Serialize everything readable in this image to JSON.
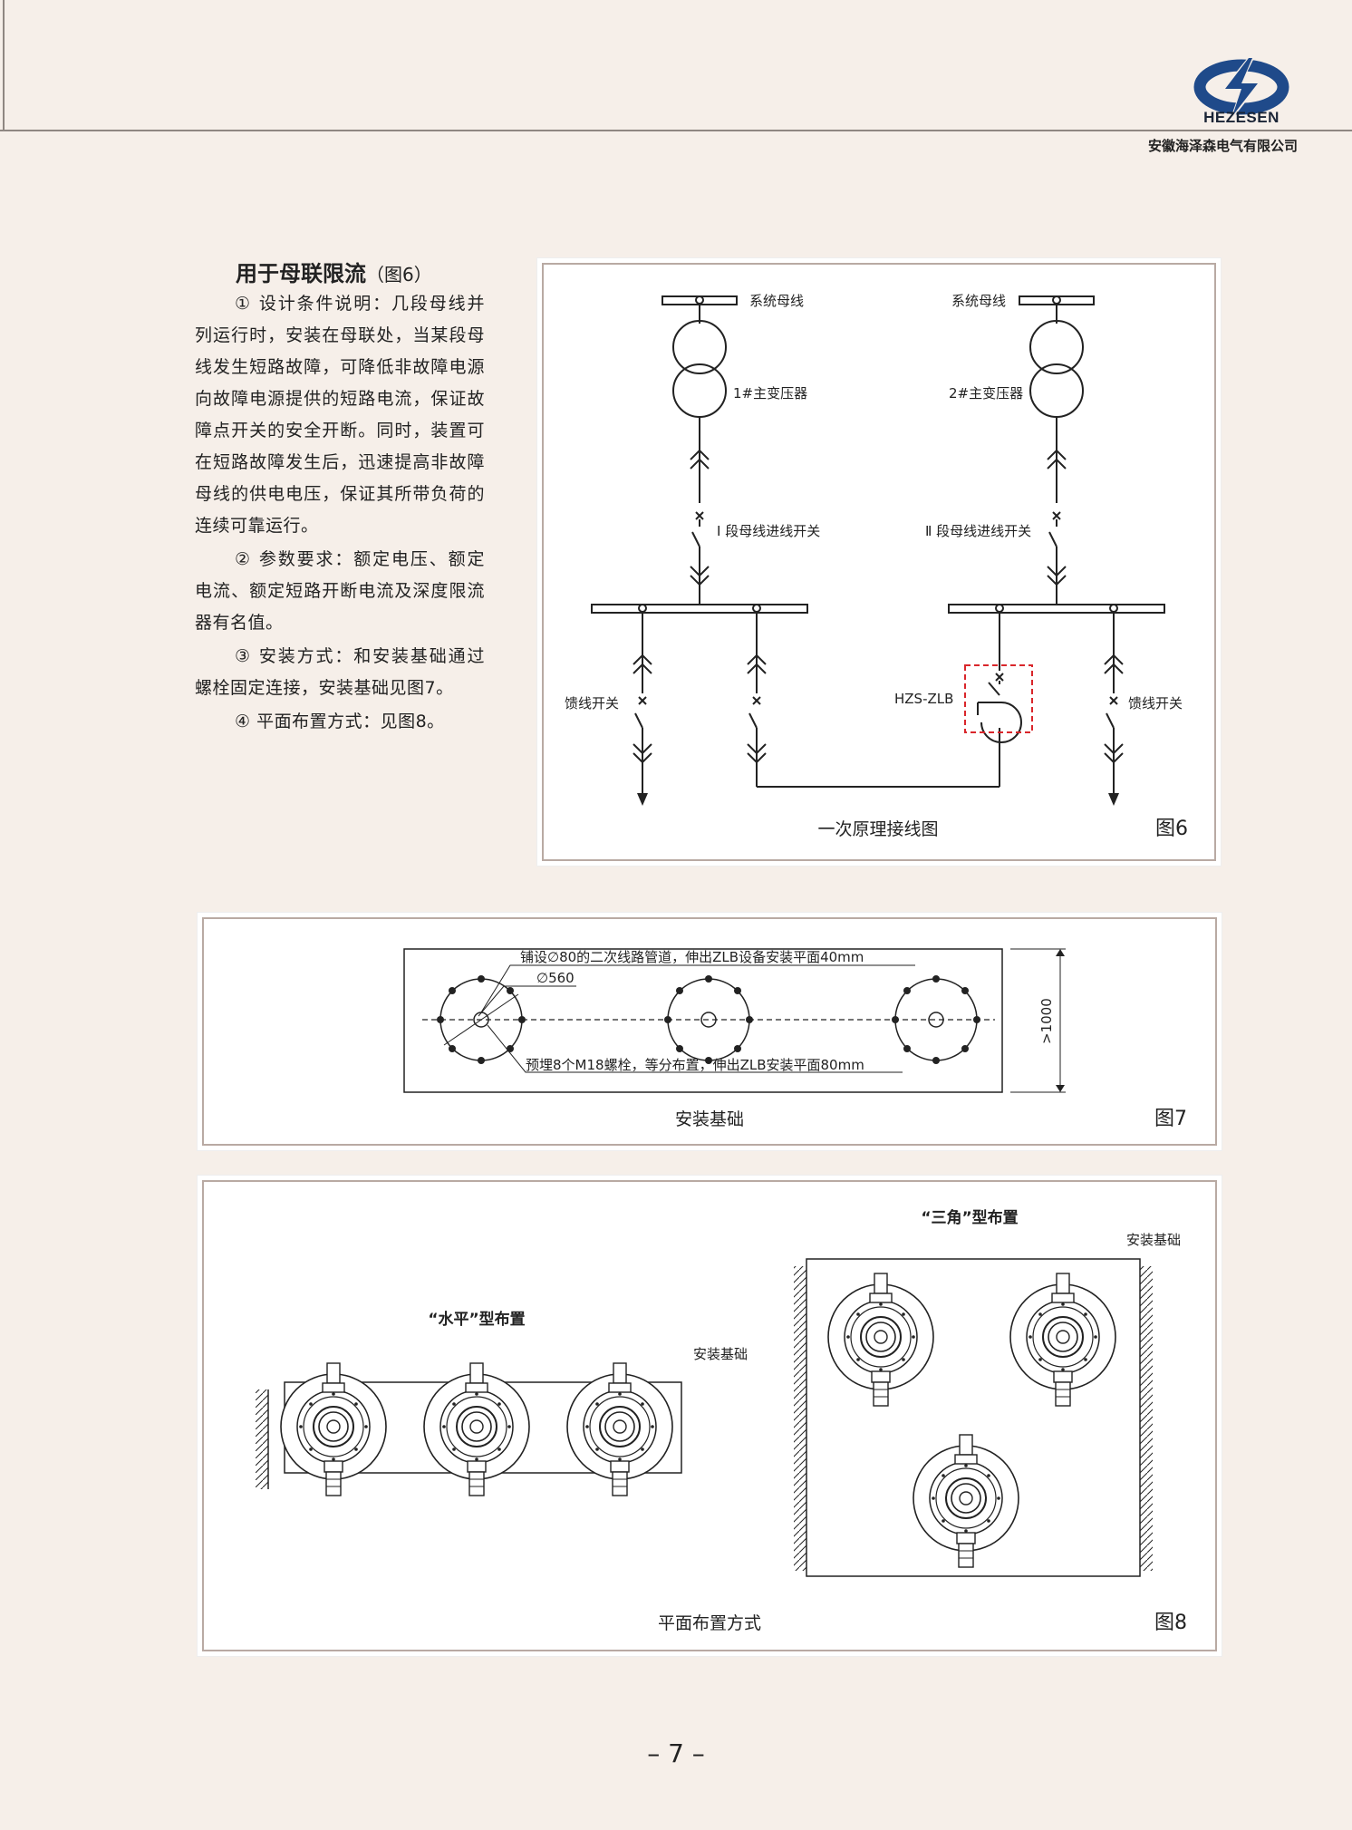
{
  "header": {
    "brand": "HEZESEN",
    "company": "安徽海泽森电气有限公司",
    "logo_icon": "lightning-circle-logo",
    "logo_color": "#1f4a8a"
  },
  "section": {
    "title": "用于母联限流",
    "title_ref": "（图6）",
    "paragraphs": [
      "① 设计条件说明：几段母线并列运行时，安装在母联处，当某段母线发生短路故障，可降低非故障电源向故障电源提供的短路电流，保证故障点开关的安全开断。同时，装置可在短路故障发生后，迅速提高非故障母线的供电电压，保证其所带负荷的连续可靠运行。",
      "② 参数要求：额定电压、额定电流、额定短路开断电流及深度限流器有名值。",
      "③ 安装方式：和安装基础通过螺栓固定连接，安装基础见图7。",
      "④ 平面布置方式：见图8。"
    ]
  },
  "fig6": {
    "label": "图6",
    "caption": "一次原理接线图",
    "bus_left": "系统母线",
    "bus_right": "系统母线",
    "transformer_left": "1#主变压器",
    "transformer_right": "2#主变压器",
    "switch_left": "Ⅰ 段母线进线开关",
    "switch_right": "Ⅱ 段母线进线开关",
    "feeder_left": "馈线开关",
    "feeder_right": "馈线开关",
    "device": "HZS-ZLB",
    "highlight_color": "#d9262b"
  },
  "fig7": {
    "label": "图7",
    "caption": "安装基础",
    "note_pipe": "铺设∅80的二次线路管道，伸出ZLB设备安装平面40mm",
    "note_diameter": "∅560",
    "note_bolts": "预埋8个M18螺栓，等分布置，伸出ZLB安装平面80mm",
    "dimension": ">1000"
  },
  "fig8": {
    "label": "图8",
    "caption": "平面布置方式",
    "horizontal_title": "“水平”型布置",
    "triangle_title": "“三角”型布置",
    "foundation_label_1": "安装基础",
    "foundation_label_2": "安装基础"
  },
  "page_number": "– 7 –"
}
